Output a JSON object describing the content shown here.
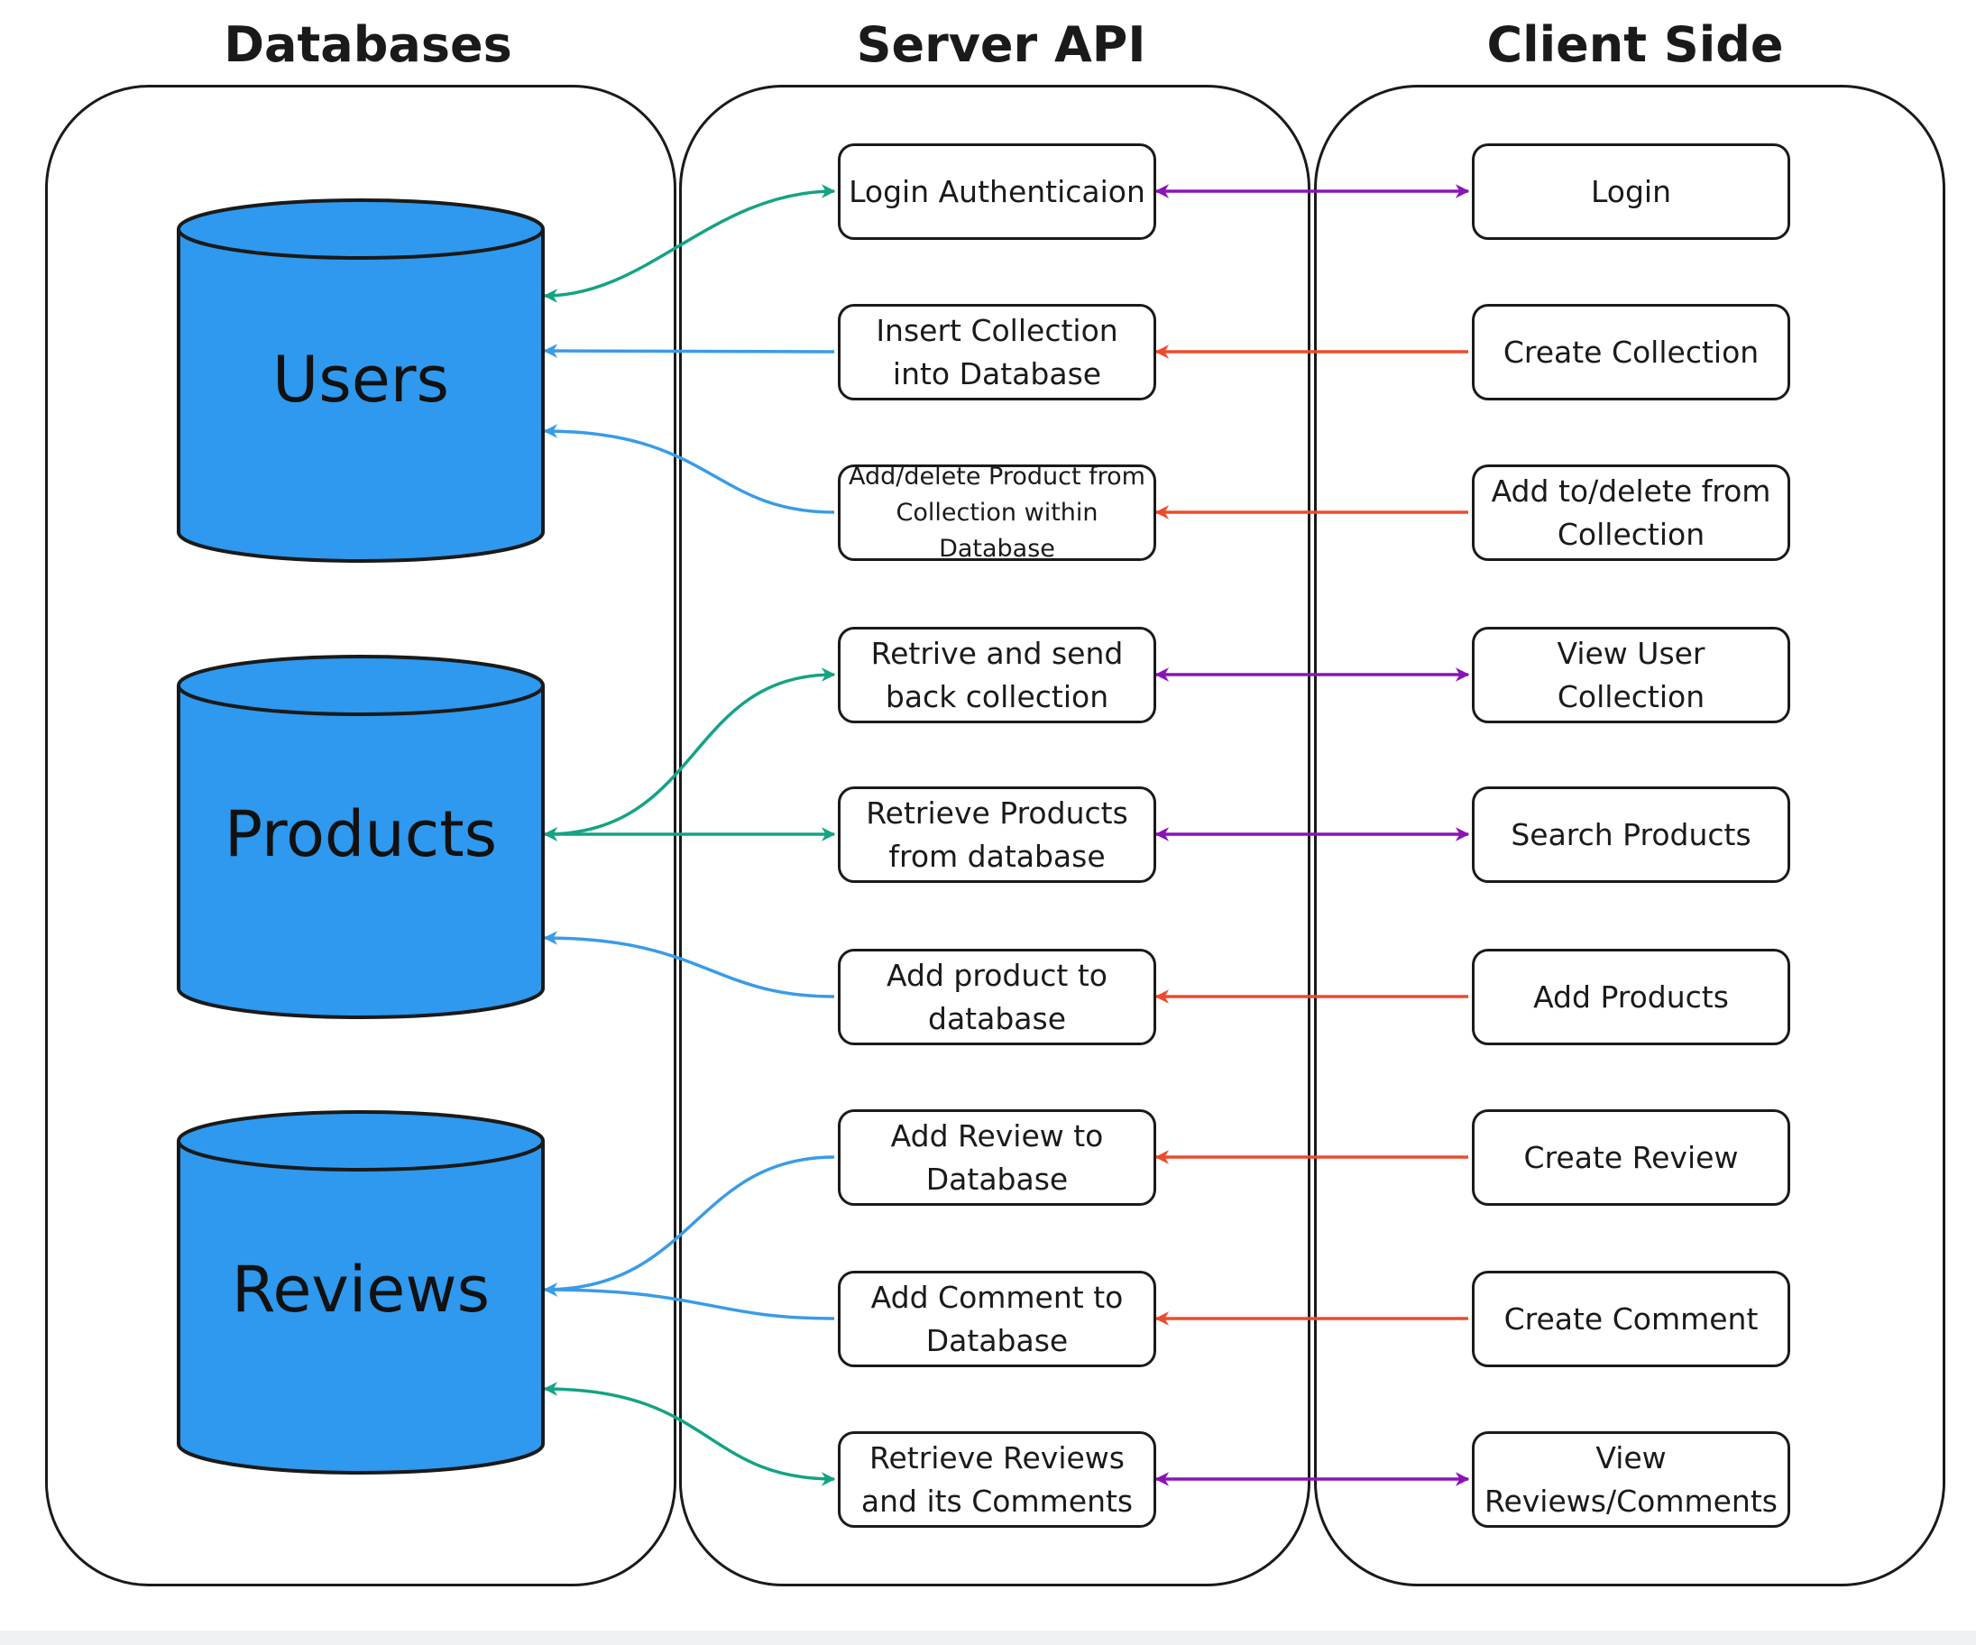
{
  "columns": {
    "databases": "Databases",
    "server_api": "Server API",
    "client_side": "Client Side"
  },
  "databases": {
    "users": "Users",
    "products": "Products",
    "reviews": "Reviews"
  },
  "server": [
    "Login Authenticaion",
    "Insert Collection into Database",
    "Add/delete Product from Collection within Database",
    "Retrive and send back collection",
    "Retrieve Products from database",
    "Add product to database",
    "Add Review to Database",
    "Add Comment to Database",
    "Retrieve Reviews and its Comments"
  ],
  "client": [
    "Login",
    "Create Collection",
    "Add to/delete from Collection",
    "View User Collection",
    "Search Products",
    "Add Products",
    "Create Review",
    "Create Comment",
    "View Reviews/Comments"
  ],
  "colors": {
    "database_fill": "#2e99ee",
    "green": "#14a383",
    "blue": "#3a9be6",
    "red": "#ef4a2d",
    "purple": "#8b12b8",
    "outline": "#1a1a1a"
  }
}
